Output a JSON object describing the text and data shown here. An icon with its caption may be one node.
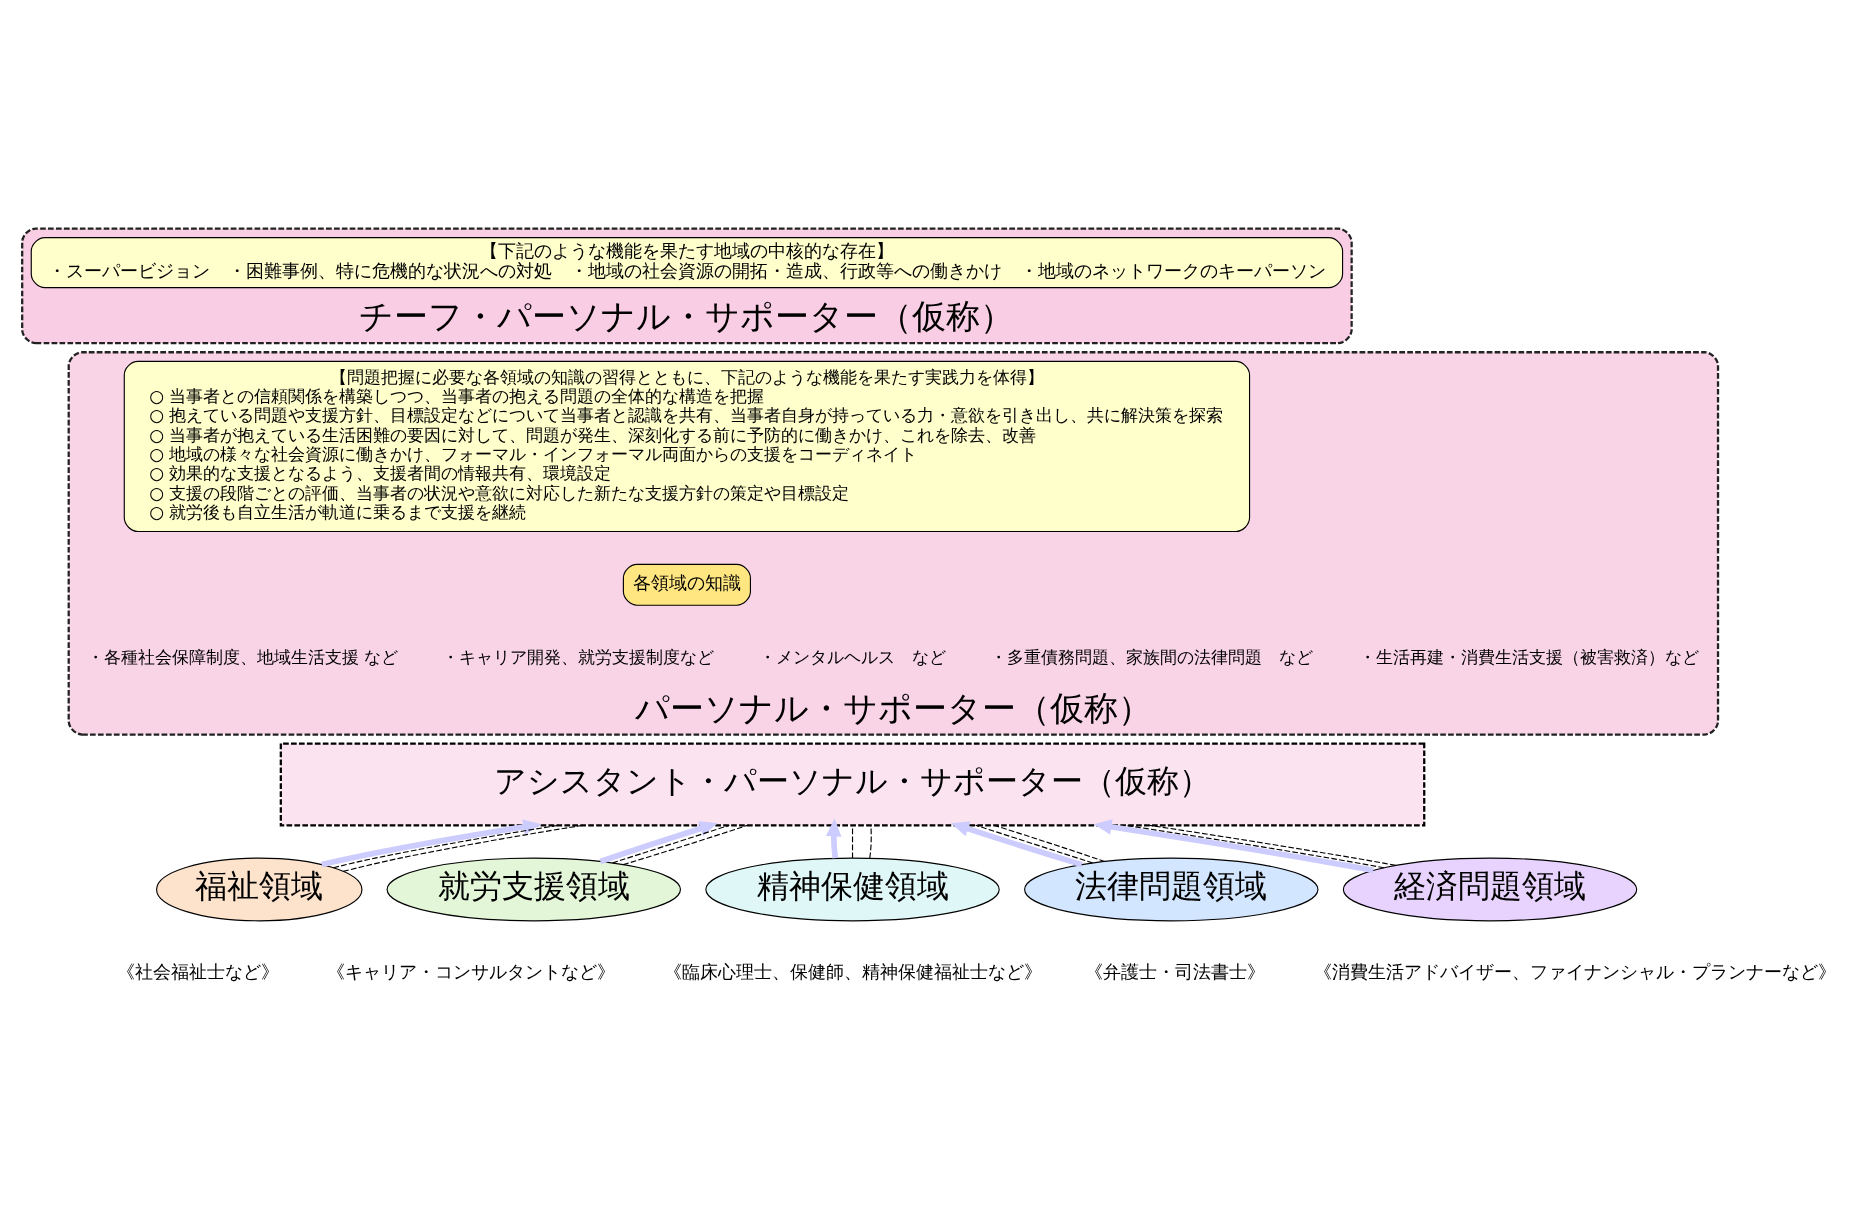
{
  "diagram": {
    "nodes": [
      {
        "text": [
          "チーフ・パーソナル・サポーター（仮称）"
        ]
      },
      {
        "text": [
          "【下記のような機能を果たす地域の中核的な存在】",
          "・スーパービジョン　・困難事例、特に危機的な状況への対処　・地域の社会資源の開拓・造成、行政等への働きかけ　・地域のネットワークのキーパーソン"
        ],
        "in": 0
      },
      {
        "text": [
          "パーソナル・サポーター（仮称）"
        ]
      },
      {
        "text": [
          "【問題把握に必要な各領域の知識の習得とともに、下記のような機能を果たす実践力を体得】",
          "○ 当事者との信頼関係を構築しつつ、当事者の抱える問題の全体的な構造を把握",
          "○ 抱えている問題や支援方針、目標設定などについて当事者と認識を共有、当事者自身が持っている力・意欲を引き出し、共に解決策を探索",
          "○ 当事者が抱えている生活困難の要因に対して、問題が発生、深刻化する前に予防的に働きかけ、これを除去、改善",
          "○ 地域の様々な社会資源に働きかけ、フォーマル・インフォーマル両面からの支援をコーディネイト",
          "○ 効果的な支援となるよう、支援者間の情報共有、環境設定",
          "○ 支援の段階ごとの評価、当事者の状況や意欲に対応した新たな支援方針の策定や目標設定",
          "○ 就労後も自立生活が軌道に乗るまで支援を継続"
        ],
        "in": 2
      },
      {
        "text": [
          "各領域の知識"
        ],
        "in": 2
      },
      {
        "text": [
          "・各種社会保障制度、地域生活支援 など"
        ],
        "in": 2
      },
      {
        "text": [
          "・キャリア開発、就労支援制度など"
        ],
        "in": 2
      },
      {
        "text": [
          "・メンタルヘルス　など"
        ],
        "in": 2
      },
      {
        "text": [
          "・多重債務問題、家族間の法律問題　など"
        ],
        "in": 2
      },
      {
        "text": [
          "・生活再建・消費生活支援（被害救済）など"
        ],
        "in": 2
      },
      {
        "text": [
          "アシスタント・パーソナル・サポーター（仮称）"
        ]
      },
      {
        "text": [
          "福祉領域"
        ],
        "beside": [
          "《社会福祉士など》"
        ]
      },
      {
        "text": [
          "就労支援領域"
        ],
        "beside": [
          "《キャリア・コンサルタントなど》"
        ]
      },
      {
        "text": [
          "精神保健領域"
        ],
        "beside": [
          "《臨床心理士、保健師、精神保健福祉士など》"
        ]
      },
      {
        "text": [
          "法律問題領域"
        ],
        "beside": [
          "《弁護士・司法書士》"
        ]
      },
      {
        "text": [
          "経済問題領域"
        ],
        "beside": [
          "《消費生活アドバイザー、ファイナンシャル・プランナーなど》"
        ]
      }
    ],
    "edges": [
      {
        "from": 11,
        "to": 10,
        "arrow": "to",
        "style": "thick",
        "color": "#ccccff"
      },
      {
        "from": 12,
        "to": 10,
        "arrow": "to",
        "style": "thick",
        "color": "#ccccff"
      },
      {
        "from": 13,
        "to": 10,
        "arrow": "to",
        "style": "thick",
        "color": "#ccccff"
      },
      {
        "from": 14,
        "to": 10,
        "arrow": "to",
        "style": "thick",
        "color": "#ccccff"
      },
      {
        "from": 15,
        "to": 10,
        "arrow": "to",
        "style": "thick",
        "color": "#ccccff"
      },
      {
        "from": 11,
        "to": 10,
        "arrow": "none",
        "style": "dashed"
      },
      {
        "from": 11,
        "to": 10,
        "arrow": "none",
        "style": "dashed"
      },
      {
        "from": 12,
        "to": 10,
        "arrow": "none",
        "style": "dashed"
      },
      {
        "from": 12,
        "to": 10,
        "arrow": "none",
        "style": "dashed"
      },
      {
        "from": 13,
        "to": 10,
        "arrow": "none",
        "style": "dashed"
      },
      {
        "from": 13,
        "to": 10,
        "arrow": "none",
        "style": "dashed"
      },
      {
        "from": 14,
        "to": 10,
        "arrow": "none",
        "style": "dashed"
      },
      {
        "from": 14,
        "to": 10,
        "arrow": "none",
        "style": "dashed"
      },
      {
        "from": 15,
        "to": 10,
        "arrow": "none",
        "style": "dashed"
      },
      {
        "from": 15,
        "to": 10,
        "arrow": "none",
        "style": "dashed"
      }
    ]
  }
}
